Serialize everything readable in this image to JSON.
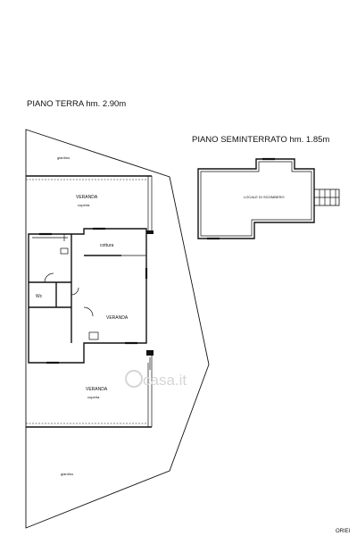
{
  "headings": {
    "ground_floor": "PIANO TERRA hm. 2.90m",
    "basement": "PIANO SEMINTERRATO hm. 1.85m"
  },
  "rooms": {
    "garden_top": "giardino",
    "veranda_top": "VERANDA",
    "veranda_top_sub": "coperta",
    "kitchen": "cottura",
    "wc": "Wc",
    "veranda_mid": "VERANDA",
    "veranda_bottom": "VERANDA",
    "veranda_bottom_sub": "coperta",
    "garden_bottom": "giardino",
    "storage": "LOCALE DI SGOMBERO"
  },
  "watermark": "casa.it",
  "corner_text": "ORIEI"
}
